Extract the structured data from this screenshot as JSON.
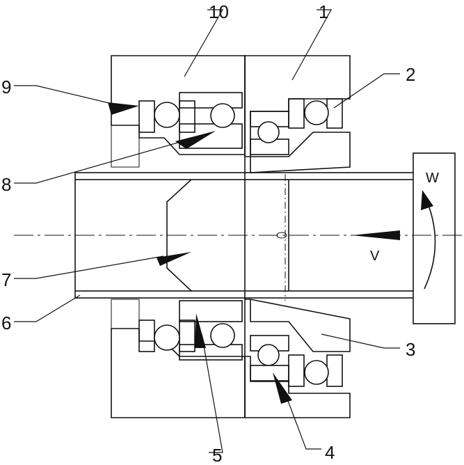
{
  "labels": {
    "p1": "1",
    "p2": "2",
    "p3": "3",
    "p4": "4",
    "p5": "5",
    "p6": "6",
    "p7": "7",
    "p8": "8",
    "p9": "9",
    "p10": "10",
    "v": "V",
    "w": "W"
  }
}
